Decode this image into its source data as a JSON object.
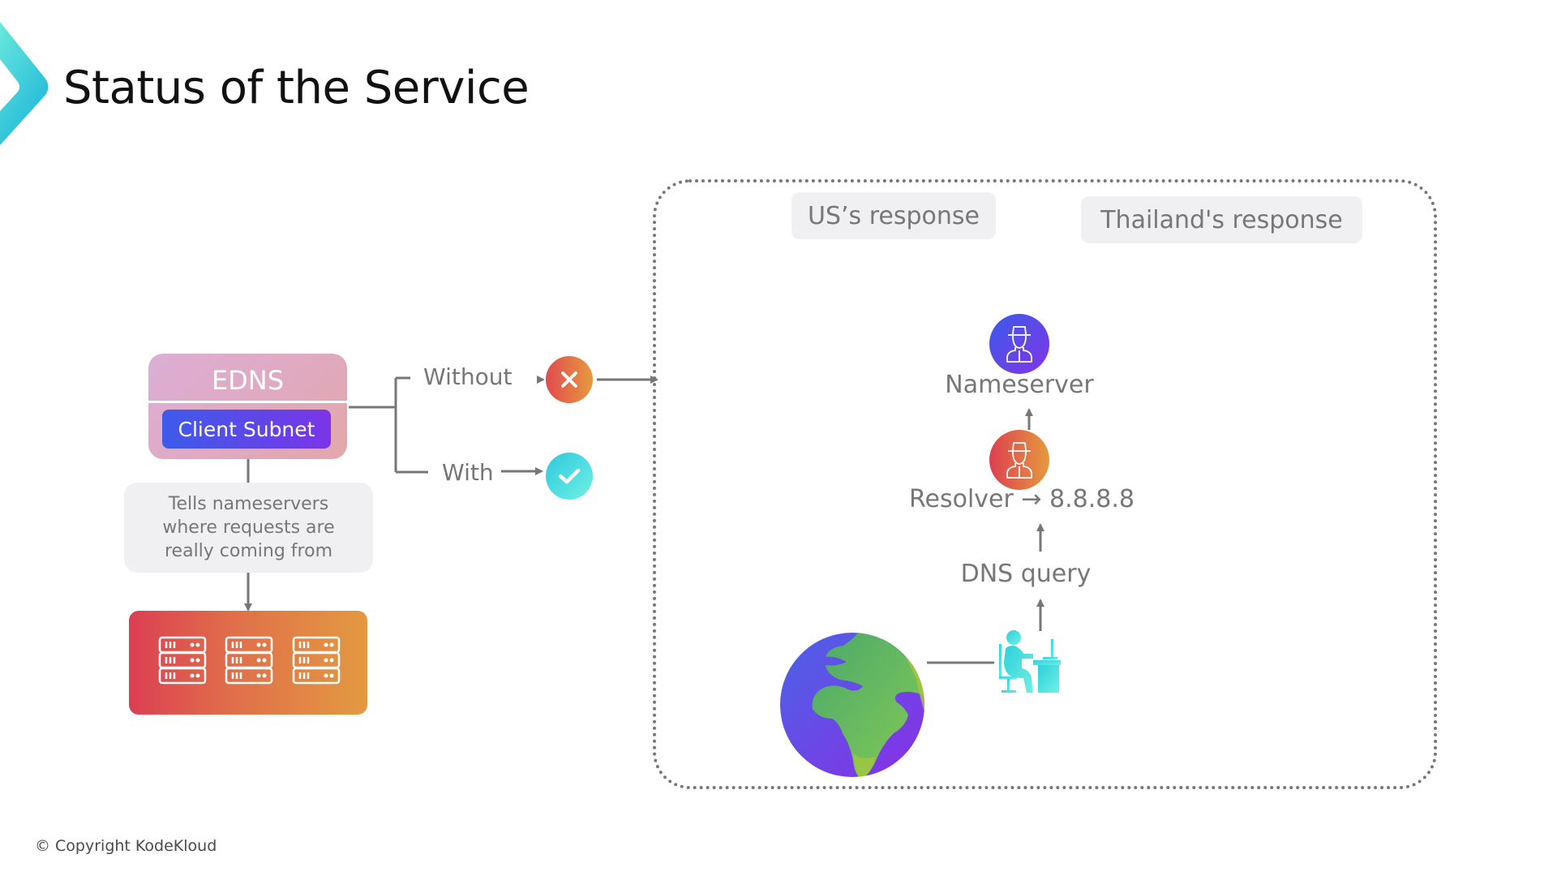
{
  "header": {
    "title": "Status of the Service",
    "logo_icon": "chevron-logo-icon"
  },
  "footer": {
    "copyright": "© Copyright KodeKloud"
  },
  "edns_card": {
    "title": "EDNS",
    "badge": "Client Subnet",
    "description_lines": [
      "Tells nameservers",
      "where requests are",
      "really coming from"
    ],
    "servers_icon": "server-rack-icon",
    "server_count": 3
  },
  "branches": {
    "without": {
      "label": "Without",
      "status_icon": "x-icon",
      "status": "fail"
    },
    "with": {
      "label": "With",
      "status_icon": "check-icon",
      "status": "success"
    }
  },
  "response_panel": {
    "us_response": "US’s response",
    "thailand_response": "Thailand's response",
    "nameserver_label": "Nameserver",
    "resolver_label": "Resolver → 8.8.8.8",
    "query_label": "DNS query",
    "nameserver_icon": "spy-agent-icon",
    "resolver_icon": "spy-agent-icon",
    "client_icon": "person-at-computer-icon",
    "globe_icon": "globe-icon"
  },
  "colors": {
    "accent_teal": "#2dc9dd",
    "edns_pink": "#dcaed5",
    "subnet_purple": "#5a45ea",
    "fail_orange": "#e0704a",
    "nameserver_purple": "#5a45ea",
    "line_gray": "#777777",
    "globe_green": "#6cc35a"
  }
}
